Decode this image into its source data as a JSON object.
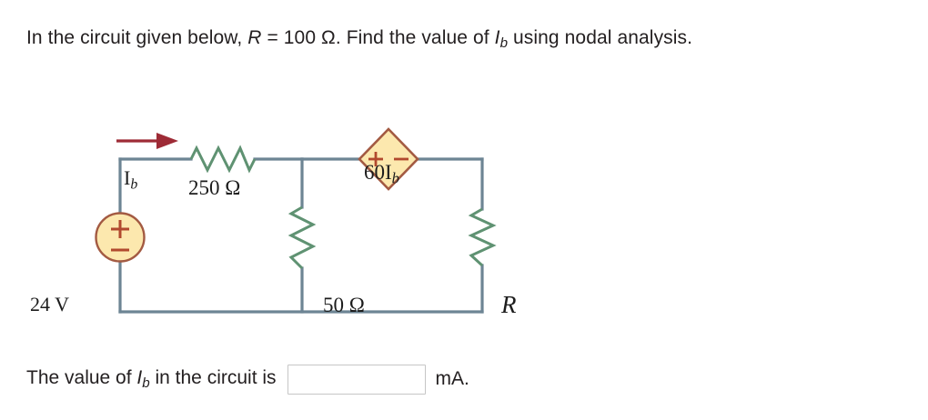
{
  "question": {
    "prefix": "In the circuit given below, ",
    "resistor_symbol": "R",
    "equals": " = ",
    "resistance_value": "100 Ω",
    "middle": ". Find the value of ",
    "current_symbol": "I",
    "current_subscript": "b",
    "suffix": " using nodal analysis."
  },
  "circuit": {
    "title": "circuit-schematic",
    "source_voltage_label": "24 V",
    "source_plus": "+",
    "source_minus": "−",
    "current_label_symbol": "I",
    "current_label_subscript": "b",
    "resistor_series_label": "250 Ω",
    "resistor_shunt_label": "50 Ω",
    "resistor_load_label": "R",
    "dependent_source_coefficient": "60",
    "dependent_source_symbol": "I",
    "dependent_source_subscript": "b",
    "dependent_source_plus": "+",
    "dependent_source_minus": "−",
    "colors": {
      "wire": "#6d8594",
      "resistor": "#5f9272",
      "source_fill": "#fce8ae",
      "source_stroke": "#a35a42",
      "polarity": "#b1492e",
      "current_arrow": "#9e2b36"
    }
  },
  "answer": {
    "prompt_prefix": "The value of ",
    "prompt_symbol": "I",
    "prompt_subscript": "b",
    "prompt_suffix": " in the circuit is",
    "input_value": "",
    "input_placeholder": "",
    "unit": "mA."
  }
}
